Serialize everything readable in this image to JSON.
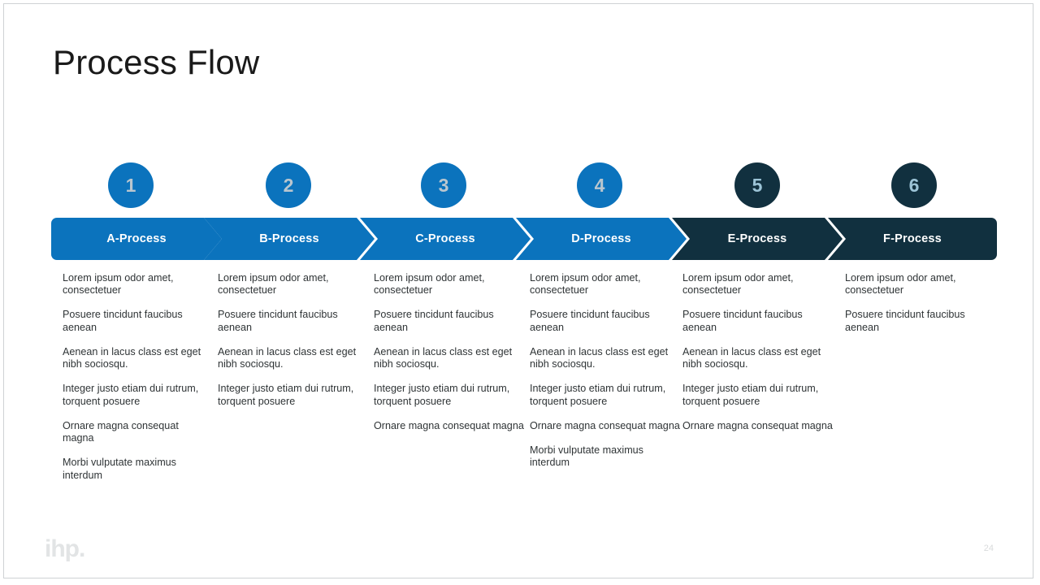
{
  "slide": {
    "title": "Process Flow",
    "page_number": "24",
    "logo": "ihp.",
    "accent_blue": "#0b73bd",
    "accent_navy": "#11303f",
    "badge_blue_text": "#b9c6cf",
    "badge_navy_text": "#9cc4d7",
    "body_text_color": "#2f3436"
  },
  "steps": [
    {
      "number": "1",
      "label": "A-Process",
      "tone": "blue"
    },
    {
      "number": "2",
      "label": "B-Process",
      "tone": "blue"
    },
    {
      "number": "3",
      "label": "C-Process",
      "tone": "blue"
    },
    {
      "number": "4",
      "label": "D-Process",
      "tone": "blue"
    },
    {
      "number": "5",
      "label": "E-Process",
      "tone": "navy"
    },
    {
      "number": "6",
      "label": "F-Process",
      "tone": "navy"
    }
  ],
  "columns": [
    {
      "paragraphs": [
        "Lorem ipsum odor amet, consectetuer",
        "Posuere tincidunt faucibus aenean",
        "Aenean in lacus class est eget nibh sociosqu.",
        "Integer justo etiam dui rutrum, torquent posuere",
        "Ornare magna consequat magna",
        "Morbi vulputate maximus interdum"
      ]
    },
    {
      "paragraphs": [
        "Lorem ipsum odor amet, consectetuer",
        "Posuere tincidunt faucibus aenean",
        "Aenean in lacus class est eget nibh sociosqu.",
        "Integer justo etiam dui rutrum, torquent posuere"
      ]
    },
    {
      "paragraphs": [
        "Lorem ipsum odor amet, consectetuer",
        "Posuere tincidunt faucibus aenean",
        "Aenean in lacus class est eget nibh sociosqu.",
        "Integer justo etiam dui rutrum, torquent posuere",
        "Ornare magna consequat magna"
      ]
    },
    {
      "paragraphs": [
        "Lorem ipsum odor amet, consectetuer",
        "Posuere tincidunt faucibus aenean",
        "Aenean in lacus class est eget nibh sociosqu.",
        "Integer justo etiam dui rutrum, torquent posuere",
        "Ornare magna consequat magna",
        "Morbi vulputate maximus interdum"
      ]
    },
    {
      "paragraphs": [
        "Lorem ipsum odor amet, consectetuer",
        "Posuere tincidunt faucibus aenean",
        "Aenean in lacus class est eget nibh sociosqu.",
        "Integer justo etiam dui rutrum, torquent posuere",
        "Ornare magna consequat magna"
      ]
    },
    {
      "paragraphs": [
        "Lorem ipsum odor amet, consectetuer",
        "Posuere tincidunt faucibus aenean"
      ]
    }
  ]
}
